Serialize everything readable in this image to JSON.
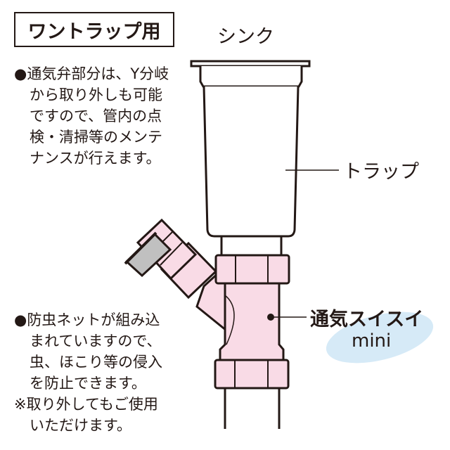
{
  "title": "ワントラップ用",
  "labels": {
    "sink": "シンク",
    "trap": "トラップ",
    "product_name": "通気スイスイ",
    "product_sub": "mini"
  },
  "notes": {
    "top": {
      "bullet": "●",
      "lines": [
        "通気弁部分は、Y分岐",
        "から取り外しも可能",
        "ですので、管内の点",
        "検・清掃等のメンテ",
        "ナンスが行えます。"
      ]
    },
    "bottom": {
      "bullet": "●",
      "lines": [
        "防虫ネットが組み込",
        "まれていますので、",
        "虫、ほこり等の侵入",
        "を防止できます。"
      ]
    },
    "footnote": {
      "mark": "※",
      "lines": [
        "取り外してもご使用",
        "いただけます。"
      ]
    }
  },
  "colors": {
    "outline": "#231815",
    "pink_fill": "#f9dbe6",
    "cap_gray": "#c0c0c0",
    "ellipse_blue": "#d6eaf7",
    "background": "#ffffff"
  }
}
